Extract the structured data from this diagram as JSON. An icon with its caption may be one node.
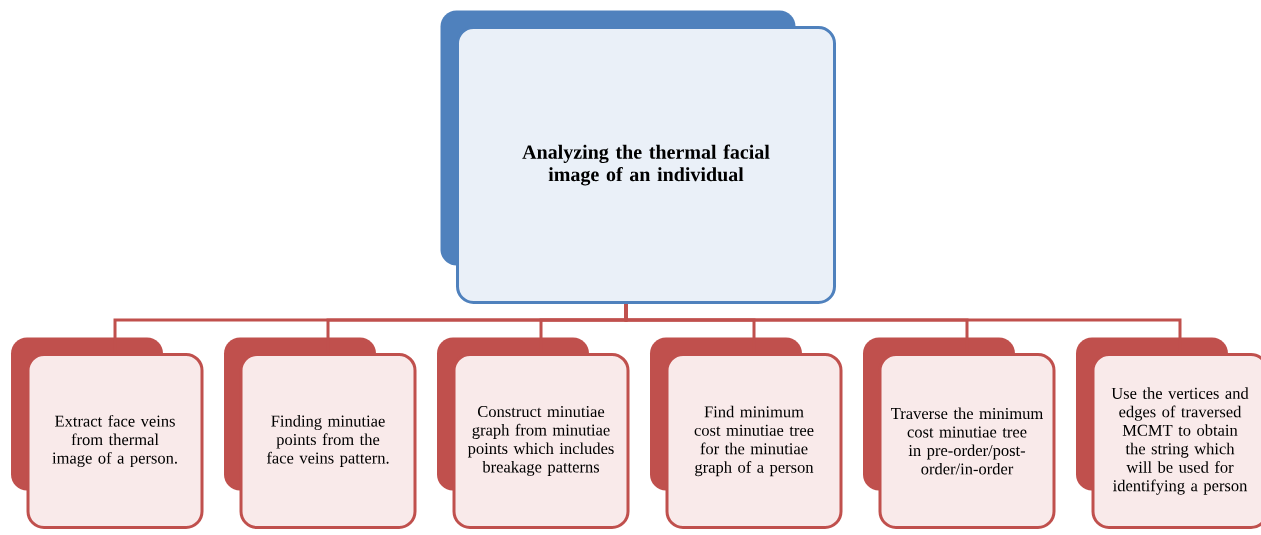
{
  "diagram": {
    "nodes": [
      {
        "text": [
          "Analyzing the thermal facial image of an individual"
        ]
      },
      {
        "text": [
          "Extract face veins from thermal image of a person."
        ]
      },
      {
        "text": [
          "Finding minutiae points from the face veins pattern."
        ]
      },
      {
        "text": [
          "Construct minutiae graph from minutiae points which includes breakage patterns"
        ]
      },
      {
        "text": [
          "Find minimum cost minutiae tree for the minutiae graph of a person"
        ]
      },
      {
        "text": [
          "Traverse the minimum cost minutiae tree in pre-order/post-order/in-order"
        ]
      },
      {
        "text": [
          "Use the vertices and edges of traversed MCMT to obtain the string which will be used for identifying a person"
        ]
      }
    ],
    "edges": [
      {
        "from": 0,
        "to": 1,
        "arrow": "none"
      },
      {
        "from": 0,
        "to": 2,
        "arrow": "none"
      },
      {
        "from": 0,
        "to": 3,
        "arrow": "none"
      },
      {
        "from": 0,
        "to": 4,
        "arrow": "none"
      },
      {
        "from": 0,
        "to": 5,
        "arrow": "none"
      },
      {
        "from": 0,
        "to": 6,
        "arrow": "none"
      }
    ]
  }
}
